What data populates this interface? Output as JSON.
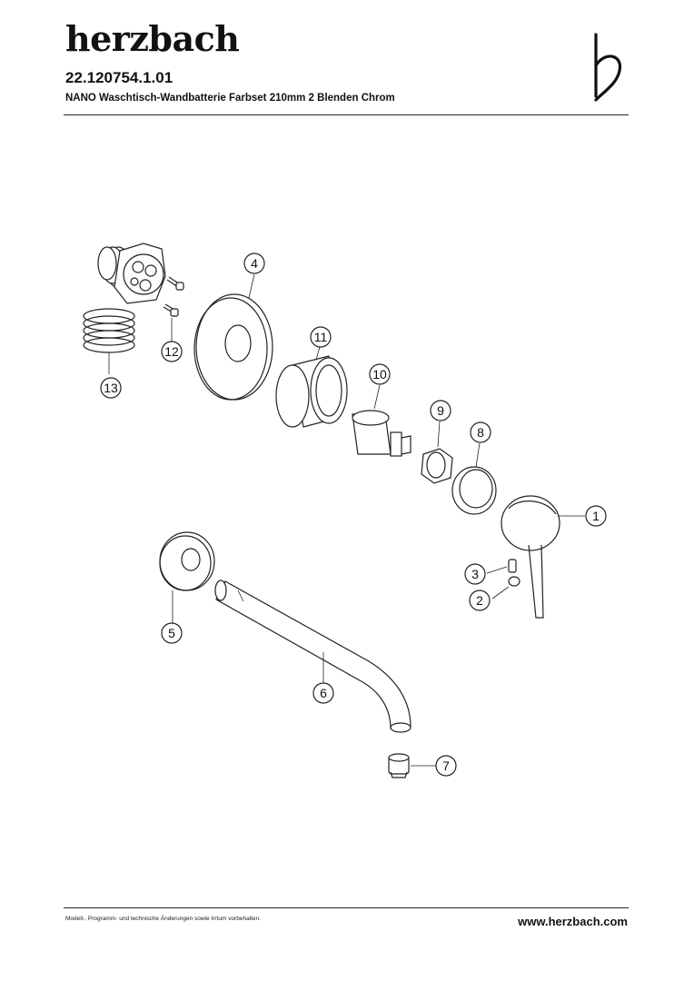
{
  "header": {
    "brand": "herzbach",
    "article_number": "22.120754.1.01",
    "description": "NANO Waschtisch-Wandbatterie Farbset 210mm 2 Blenden Chrom"
  },
  "callouts": [
    "1",
    "2",
    "3",
    "4",
    "5",
    "6",
    "7",
    "8",
    "9",
    "10",
    "11",
    "12",
    "13"
  ],
  "footer": {
    "disclaimer": "Modell-, Programm- und technische Änderungen sowie Irrtum vorbehalten.",
    "website": "www.herzbach.com"
  }
}
